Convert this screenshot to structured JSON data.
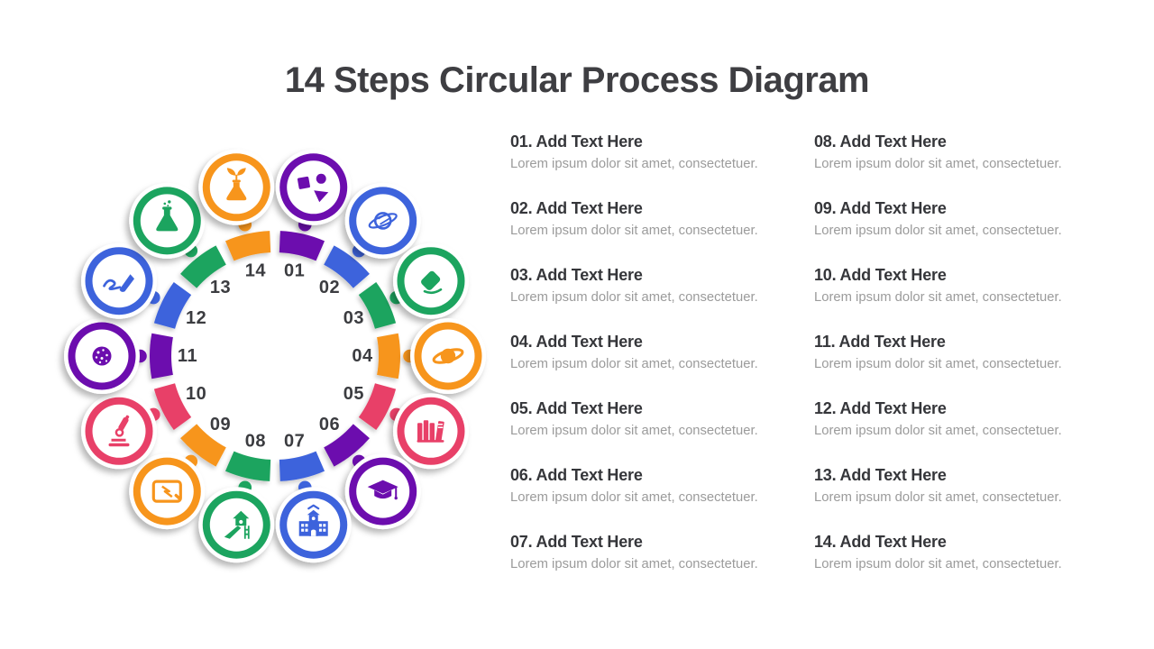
{
  "title": "14 Steps Circular Process Diagram",
  "palette": {
    "purple": "#6C10AE",
    "blue": "#3E63DC",
    "green": "#1EA45F",
    "orange": "#F7951D",
    "pink": "#E84168"
  },
  "diagram": {
    "label": "14-step circular process wheel",
    "number_color": "#3B3C40"
  },
  "steps": [
    {
      "number": "01",
      "heading": "01. Add Text Here",
      "body": "Lorem ipsum dolor sit amet, consectetuer.",
      "icon": "geometric-shapes-icon",
      "color": "#6C10AE"
    },
    {
      "number": "02",
      "heading": "02. Add Text Here",
      "body": "Lorem ipsum dolor sit amet, consectetuer.",
      "icon": "planet-sketch-icon",
      "color": "#3E63DC"
    },
    {
      "number": "03",
      "heading": "03. Add Text Here",
      "body": "Lorem ipsum dolor sit amet, consectetuer.",
      "icon": "eraser-icon",
      "color": "#1EA45F"
    },
    {
      "number": "04",
      "heading": "04. Add Text Here",
      "body": "Lorem ipsum dolor sit amet, consectetuer.",
      "icon": "saturn-icon",
      "color": "#F7951D"
    },
    {
      "number": "05",
      "heading": "05. Add Text Here",
      "body": "Lorem ipsum dolor sit amet, consectetuer.",
      "icon": "books-icon",
      "color": "#E84168"
    },
    {
      "number": "06",
      "heading": "06. Add Text Here",
      "body": "Lorem ipsum dolor sit amet, consectetuer.",
      "icon": "graduation-cap-icon",
      "color": "#6C10AE"
    },
    {
      "number": "07",
      "heading": "07. Add Text Here",
      "body": "Lorem ipsum dolor sit amet, consectetuer.",
      "icon": "school-icon",
      "color": "#3E63DC"
    },
    {
      "number": "08",
      "heading": "08. Add Text Here",
      "body": "Lorem ipsum dolor sit amet, consectetuer.",
      "icon": "playground-icon",
      "color": "#1EA45F"
    },
    {
      "number": "09",
      "heading": "09. Add Text Here",
      "body": "Lorem ipsum dolor sit amet, consectetuer.",
      "icon": "tablet-icon",
      "color": "#F7951D"
    },
    {
      "number": "10",
      "heading": "10. Add Text Here",
      "body": "Lorem ipsum dolor sit amet, consectetuer.",
      "icon": "microscope-icon",
      "color": "#E84168"
    },
    {
      "number": "11",
      "heading": "11. Add Text Here",
      "body": "Lorem ipsum dolor sit amet, consectetuer.",
      "icon": "cookie-icon",
      "color": "#6C10AE"
    },
    {
      "number": "12",
      "heading": "12. Add Text Here",
      "body": "Lorem ipsum dolor sit amet, consectetuer.",
      "icon": "pen-icon",
      "color": "#3E63DC"
    },
    {
      "number": "13",
      "heading": "13. Add Text Here",
      "body": "Lorem ipsum dolor sit amet, consectetuer.",
      "icon": "flask-icon",
      "color": "#1EA45F"
    },
    {
      "number": "14",
      "heading": "14. Add Text Here",
      "body": "Lorem ipsum dolor sit amet, consectetuer.",
      "icon": "plant-flask-icon",
      "color": "#F7951D"
    }
  ]
}
